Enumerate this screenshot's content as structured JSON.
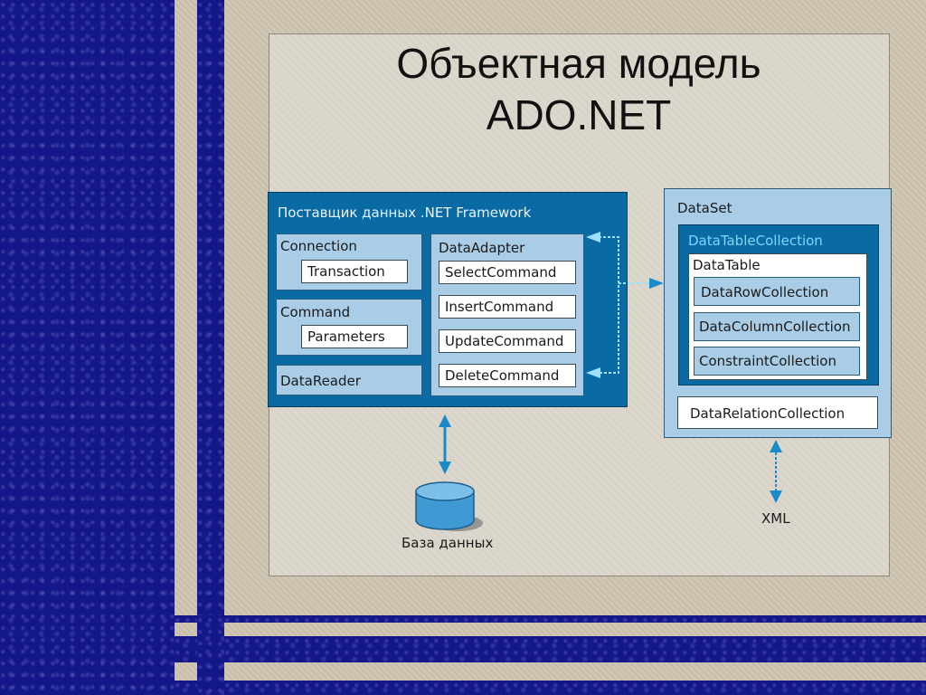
{
  "title": {
    "line1": "Объектная модель",
    "line2": "ADO.NET"
  },
  "provider": {
    "label": "Поставщик данных .NET Framework",
    "connection": {
      "label": "Connection",
      "child": "Transaction"
    },
    "command": {
      "label": "Command",
      "child": "Parameters"
    },
    "datareader": {
      "label": "DataReader"
    },
    "dataadapter": {
      "label": "DataAdapter",
      "commands": [
        "SelectCommand",
        "InsertCommand",
        "UpdateCommand",
        "DeleteCommand"
      ]
    }
  },
  "dataset": {
    "label": "DataSet",
    "tablecollection": {
      "label": "DataTableCollection"
    },
    "datatable": {
      "label": "DataTable",
      "items": [
        "DataRowCollection",
        "DataColumnCollection",
        "ConstraintCollection"
      ]
    },
    "relations": {
      "label": "DataRelationCollection"
    }
  },
  "database": {
    "label": "База данных"
  },
  "xml": {
    "label": "XML"
  },
  "colors": {
    "navy": "#14178a",
    "provider": "#0a6aa3",
    "light": "#a9cde6",
    "arrow": "#1a8ac8"
  }
}
